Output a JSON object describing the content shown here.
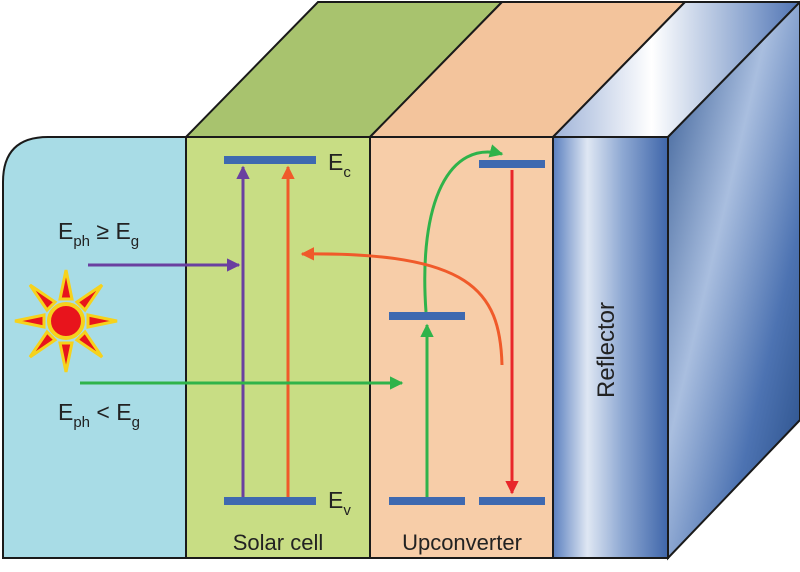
{
  "labels": {
    "photon_high_main": "E",
    "photon_high_sub1": "ph",
    "photon_high_rel": "≥",
    "photon_high_main2": "E",
    "photon_high_sub2": "g",
    "photon_low_main": "E",
    "photon_low_sub1": "ph",
    "photon_low_rel": "<",
    "photon_low_main2": "E",
    "photon_low_sub2": "g",
    "ec_main": "E",
    "ec_sub": "c",
    "ev_main": "E",
    "ev_sub": "v",
    "solar_cell": "Solar cell",
    "upconverter": "Upconverter",
    "reflector": "Reflector"
  },
  "colors": {
    "sky": "#a8dce6",
    "solar_front": "#c8dd84",
    "solar_top": "#a8c36e",
    "upconv_front": "#f7cda8",
    "upconv_top": "#f3c49c",
    "reflector": "#6e8fc4",
    "level": "#3e69b0",
    "purple": "#6a3fa0",
    "orange": "#f05a2a",
    "green": "#2fb34a",
    "red": "#e8262a",
    "sun": "#e8141c",
    "sun_rays": "#f6d21c"
  }
}
